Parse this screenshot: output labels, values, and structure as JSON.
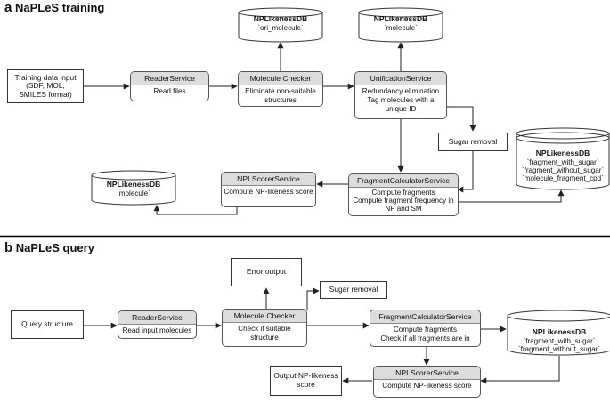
{
  "training": {
    "title_letter": "a",
    "title": "NaPLeS training",
    "input_lines": [
      "Training data input",
      "(SDF, MOL,",
      "SMILES format)"
    ],
    "reader": {
      "header": "ReaderService",
      "body": [
        "Read files"
      ]
    },
    "checker": {
      "header": "Molecule Checker",
      "body": [
        "Eliminate non-suitable",
        "structures"
      ]
    },
    "unification": {
      "header": "UnificationService",
      "body": [
        "Redundancy elimination",
        "Tag molecules with a",
        "unique ID"
      ]
    },
    "sugar": "Sugar removal",
    "fragment": {
      "header": "FragmentCalculatorService",
      "body": [
        "Compute fragments",
        "Compute fragment frequency in",
        "NP and SM"
      ]
    },
    "scorer": {
      "header": "NPLScorerService",
      "body": [
        "Compute NP-likeness score"
      ]
    },
    "db_ori": {
      "name": "NPLikenessDB",
      "tables": [
        "`ori_molecule`"
      ]
    },
    "db_mol": {
      "name": "NPLikenessDB",
      "tables": [
        "`molecule`"
      ]
    },
    "db_frag": {
      "name": "NPLikenessDB",
      "tables": [
        "`fragment_with_sugar`",
        "`fragment_without_sugar`",
        "`molecule_fragment_cpd`"
      ]
    },
    "db_out": {
      "name": "NPLikenessDB",
      "tables": [
        "`molecule`"
      ]
    }
  },
  "query": {
    "title_letter": "b",
    "title": "NaPLeS query",
    "input": "Query structure",
    "reader": {
      "header": "ReaderService",
      "body": [
        "Read input molecules"
      ]
    },
    "checker": {
      "header": "Molecule Checker",
      "body": [
        "Check if suitable",
        "structure"
      ]
    },
    "error": "Error output",
    "sugar": "Sugar removal",
    "fragment": {
      "header": "FragmentCalculatorService",
      "body": [
        "Compute fragments",
        "Check if all fragments are in"
      ]
    },
    "db": {
      "name": "NPLikenessDB",
      "tables": [
        "`fragment_with_sugar`",
        "`fragment_without_sugar`"
      ]
    },
    "scorer": {
      "header": "NPLScorerService",
      "body": [
        "Compute NP-likeness score"
      ]
    },
    "output_lines": [
      "Output NP-likeness",
      "score"
    ]
  },
  "colors": {
    "service_header": "#dcdcdc",
    "line": "#333333",
    "divider": "#000000"
  }
}
